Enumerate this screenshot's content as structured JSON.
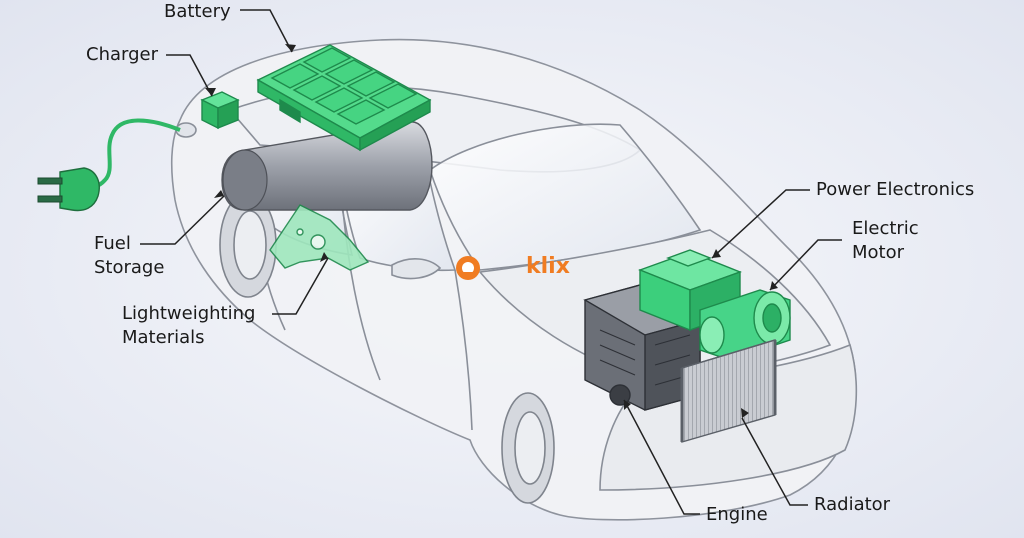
{
  "labels": {
    "battery": "Battery",
    "charger": "Charger",
    "fuel_storage_1": "Fuel",
    "fuel_storage_2": "Storage",
    "lightweighting_1": "Lightweighting",
    "lightweighting_2": "Materials",
    "power_electronics": "Power Electronics",
    "electric_motor_1": "Electric",
    "electric_motor_2": "Motor",
    "radiator": "Radiator",
    "engine": "Engine"
  },
  "watermark": {
    "text": "klix"
  },
  "colors": {
    "background": "#e4e8f2",
    "component_green": "#3fd17a",
    "component_green_dark": "#1e8a4c",
    "car_outline": "#8a8f99",
    "leader_line": "#222222",
    "watermark": "#f07c22"
  }
}
